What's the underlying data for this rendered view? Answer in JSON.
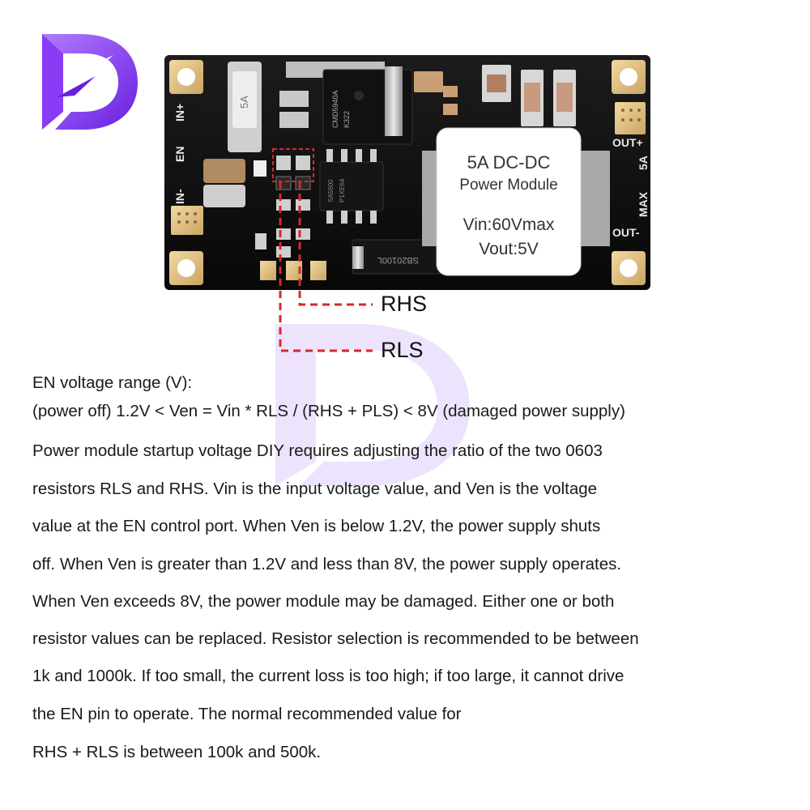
{
  "brand": {
    "accent": "#7b2ff2",
    "accent_light": "#a46bff"
  },
  "board": {
    "labels": {
      "in_plus": "IN+",
      "en": "EN",
      "in_minus": "IN-",
      "out_plus": "OUT+",
      "out_minus": "OUT-",
      "max_current": "5A",
      "max": "MAX",
      "fuse": "5A",
      "mosfet": "CMD5940A",
      "mosfet_code": "K322",
      "diode": "SB20100L",
      "ic": "SA5600",
      "ic_code": "P1XE64"
    },
    "module_label": {
      "line1": "5A DC-DC",
      "line2": "Power Module",
      "line3": "Vin:60Vmax",
      "line4": "Vout:5V"
    },
    "callout_color": "#d62828"
  },
  "callouts": {
    "rhs": "RHS",
    "rls": "RLS"
  },
  "description": {
    "line1": "EN voltage range (V):",
    "line2": "(power off) 1.2V < Ven = Vin * RLS / (RHS + PLS) < 8V (damaged power supply)",
    "line3": "Power module startup voltage DIY requires adjusting the ratio of the two 0603",
    "line4": " resistors RLS and RHS. Vin is the input voltage value, and Ven is the voltage",
    "line5": "value at the EN control port. When Ven is below 1.2V, the power supply shuts",
    "line6": "off. When Ven is greater than 1.2V and less than 8V, the power supply operates.",
    "line7": "When Ven exceeds 8V, the power module may be damaged. Either one or both",
    "line8": "resistor values can be replaced. Resistor selection is recommended to be between",
    "line9": "1k and 1000k. If too small, the current loss is too high; if too large, it cannot drive",
    "line10": "the EN pin to operate. The normal recommended value for",
    "line11": "RHS + RLS is between 100k and 500k."
  }
}
